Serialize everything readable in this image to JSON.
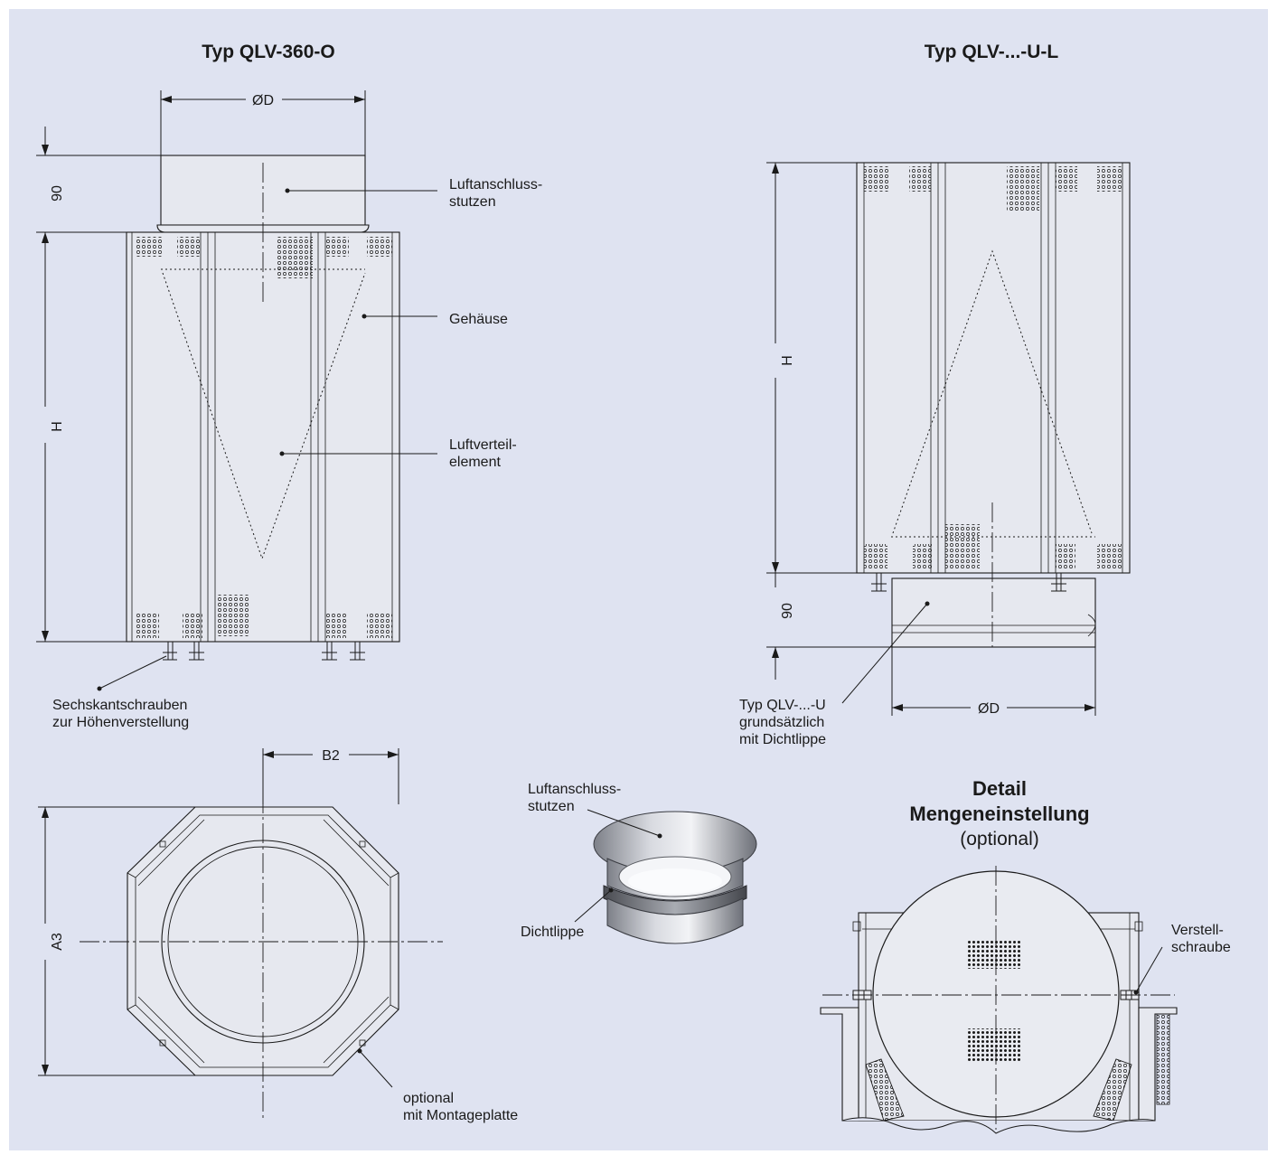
{
  "background_color": "#dfe3f1",
  "titles": {
    "left": "Typ QLV-360-O",
    "right": "Typ QLV-...-U-L"
  },
  "left_view": {
    "dim_diameter": "ØD",
    "dim_height": "H",
    "dim_stub": "90",
    "callout_stub": [
      "Luftanschluss-",
      "stutzen"
    ],
    "callout_housing": "Gehäuse",
    "callout_element": [
      "Luftverteil-",
      "element"
    ],
    "callout_screws": [
      "Sechskantschrauben",
      "zur Höhenverstellung"
    ]
  },
  "right_view": {
    "dim_height": "H",
    "dim_stub": "90",
    "dim_diameter": "ØD",
    "callout_type": [
      "Typ QLV-...-U",
      "grundsätzlich",
      "mit Dichtlippe"
    ]
  },
  "top_view": {
    "dim_b2": "B2",
    "dim_a3": "A3",
    "callout_plate": [
      "optional",
      "mit Montageplatte"
    ]
  },
  "stub_3d": {
    "callout_stub": [
      "Luftanschluss-",
      "stutzen"
    ],
    "callout_lip": "Dichtlippe"
  },
  "detail": {
    "title_line1": "Detail",
    "title_line2": "Mengeneinstellung",
    "subtitle": "(optional)",
    "callout_screw": [
      "Verstell-",
      "schraube"
    ]
  }
}
